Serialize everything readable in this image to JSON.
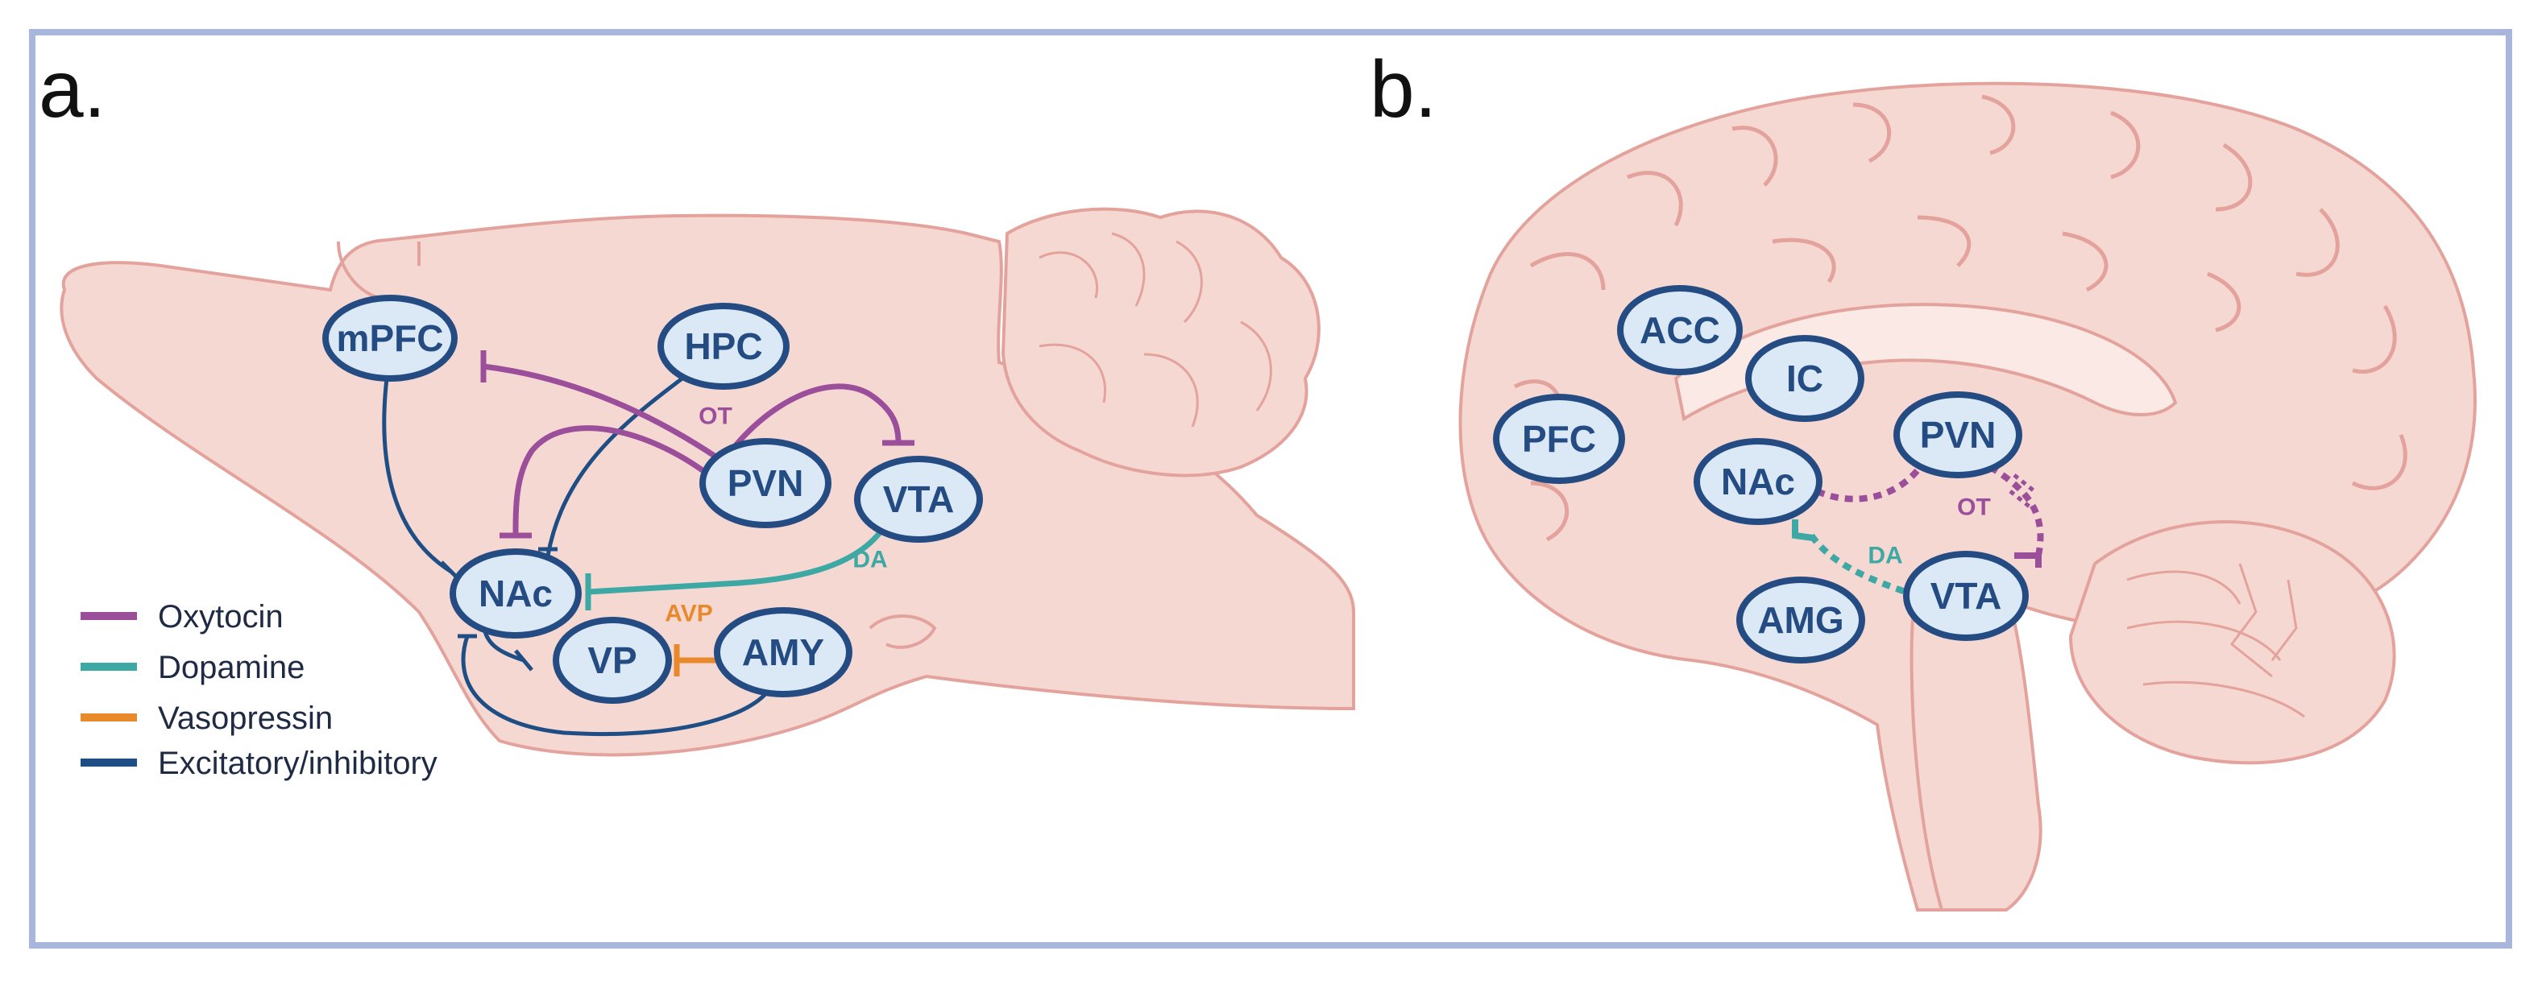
{
  "colors": {
    "oxytocin": "#9b4f9b",
    "dopamine": "#3ea8a4",
    "vasopressin": "#e8892c",
    "excitatory": "#1f4e85",
    "node_fill": "#dbe9f6",
    "node_stroke": "#254c82",
    "brain_fill": "#f6d8d3",
    "brain_stroke": "#e3a39c"
  },
  "panel_a": {
    "label": "a.",
    "nodes": {
      "mpfc": "mPFC",
      "hpc": "HPC",
      "pvn": "PVN",
      "vta": "VTA",
      "nac": "NAc",
      "vp": "VP",
      "amy": "AMY"
    },
    "edge_labels": {
      "ot": "OT",
      "da": "DA",
      "avp": "AVP"
    },
    "legend": [
      {
        "label": "Oxytocin",
        "color": "#9b4f9b"
      },
      {
        "label": "Dopamine",
        "color": "#3ea8a4"
      },
      {
        "label": "Vasopressin",
        "color": "#e8892c"
      },
      {
        "label": "Excitatory/inhibitory",
        "color": "#1f4e85"
      }
    ]
  },
  "panel_b": {
    "label": "b.",
    "nodes": {
      "acc": "ACC",
      "ic": "IC",
      "pfc": "PFC",
      "pvn": "PVN",
      "nac": "NAc",
      "vta": "VTA",
      "amg": "AMG"
    },
    "edge_labels": {
      "ot": "OT",
      "da": "DA"
    }
  }
}
